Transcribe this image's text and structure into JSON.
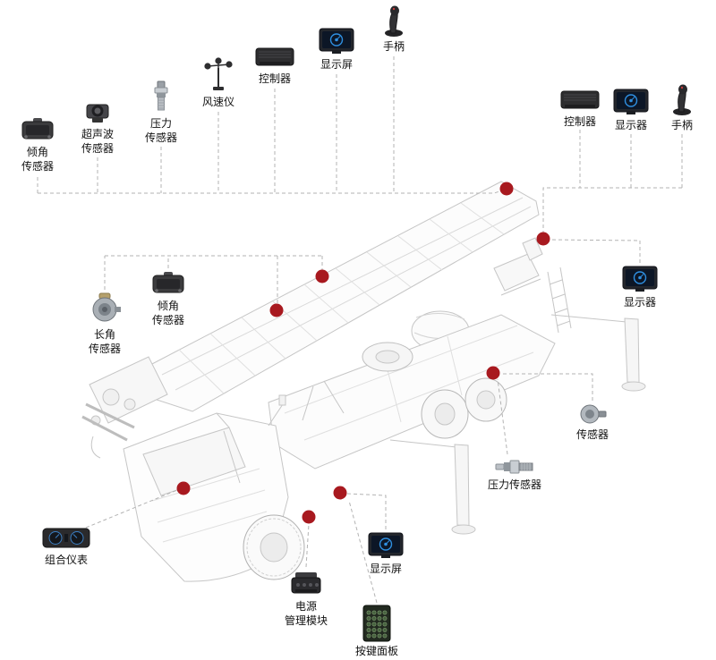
{
  "diagram": {
    "accent_color": "#a8191f",
    "connector_color": "#b3b3b3",
    "wireframe_color": "#c6c6c6",
    "components": [
      {
        "label": "倾角\n传感器",
        "icon": "tilt-sensor"
      },
      {
        "label": "超声波\n传感器",
        "icon": "ultrasonic-sensor"
      },
      {
        "label": "压力\n传感器",
        "icon": "pressure-sensor"
      },
      {
        "label": "风速仪",
        "icon": "anemometer"
      },
      {
        "label": "控制器",
        "icon": "controller"
      },
      {
        "label": "显示屏",
        "icon": "display"
      },
      {
        "label": "手柄",
        "icon": "joystick"
      },
      {
        "label": "控制器",
        "icon": "controller"
      },
      {
        "label": "显示器",
        "icon": "display"
      },
      {
        "label": "手柄",
        "icon": "joystick"
      },
      {
        "label": "显示器",
        "icon": "display"
      },
      {
        "label": "长角\n传感器",
        "icon": "angle-sensor"
      },
      {
        "label": "倾角\n传感器",
        "icon": "tilt-sensor"
      },
      {
        "label": "传感器",
        "icon": "round-sensor"
      },
      {
        "label": "压力传感器",
        "icon": "pressure-sensor-h"
      },
      {
        "label": "显示屏",
        "icon": "display"
      },
      {
        "label": "组合仪表",
        "icon": "instrument-cluster"
      },
      {
        "label": "电源\n管理模块",
        "icon": "power-module"
      },
      {
        "label": "按键面板",
        "icon": "keypad"
      }
    ]
  }
}
